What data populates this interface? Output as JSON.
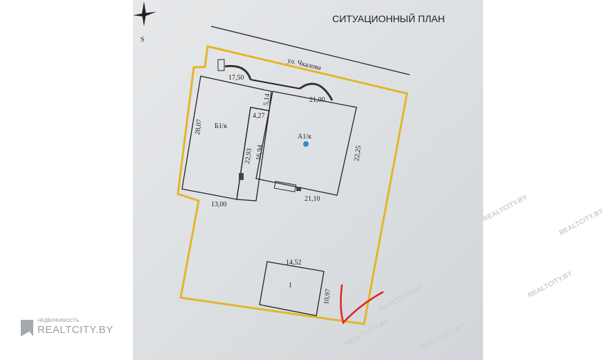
{
  "title": "СИТУАЦИОННЫЙ ПЛАН",
  "compass": {
    "label": "S"
  },
  "street": "ул. Чкалова",
  "buildings": {
    "b1": {
      "label": "Б1/к",
      "dims": [
        "28,07",
        "13,00",
        "22,93",
        "17,50"
      ]
    },
    "a1": {
      "label": "А1/к",
      "dims": [
        "21,00",
        "22,25",
        "21,10",
        "16,94",
        "5,14",
        "4,27"
      ]
    },
    "b": {
      "label": "1",
      "dims": [
        "14,52",
        "10,97"
      ]
    }
  },
  "watermark": {
    "small": "НЕДВИЖИМОСТЬ",
    "brand": "REALTCITY.BY"
  },
  "colors": {
    "boundary": "#e3b52a",
    "check": "#e0231c"
  }
}
